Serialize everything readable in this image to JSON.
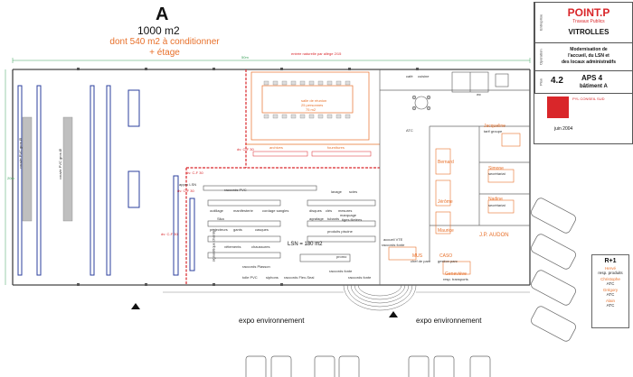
{
  "header": {
    "block_letter": "A",
    "area": "1000 m2",
    "conditioned_line1": "dont 540 m2 à conditionner",
    "conditioned_line2": "+ étage"
  },
  "dimensions": {
    "overall_length": "50m",
    "left_height": "20m",
    "top_note": "entrée naturelle par allège 2/15",
    "note_cp_mid": "dv: C-F 30",
    "note_cp_left_1": "dv: C-F 30",
    "note_cp_left_2": "dv: C-F 30",
    "note_cp_left_3": "dv: C-F 30"
  },
  "rooms": {
    "meeting_room_line1": "salle de réunion",
    "meeting_room_line2": "25 personnes",
    "meeting_room_line3": "75 m2",
    "archives": "archives",
    "fournitures": "fournitures",
    "cafe": "café",
    "cuisine": "cuisine",
    "wc": "wc",
    "jacqueline_name": "Jacqueline",
    "jacqueline_role": "tarif groupe",
    "simone_name": "Simone",
    "simone_role": "secrétariat",
    "nadine_name": "Nadine",
    "nadine_role": "secrétariat",
    "bernard": "Bernard",
    "jerome": "Jérôme",
    "maurice": "Maurice",
    "jp_audon": "J.P. AUDON",
    "at_label": "ATC",
    "mus_name": "MUS",
    "mus_role": "chef de parc",
    "caso_name": "CASO",
    "caso_role": "gestion parc",
    "genevieve_name": "Geneviève",
    "genevieve_role": "resp. transports",
    "lsn": "LSN = 180 m2"
  },
  "shop": {
    "racks_label_left": "couvle PVC gros Ø",
    "racks_label_left2": "couvle PVC gros Ø",
    "appro": "appro LSN",
    "raccords_pvc": "raccords PVC",
    "outillage": "outillage",
    "manifesting": "manifesterie",
    "cordage": "cordage sangles",
    "lavage": "lavage",
    "scies": "scies",
    "disques": "disques",
    "cles": "clés",
    "mesures": "mesures",
    "marquage": "marquage",
    "tiges": "tiges filetées",
    "agrafage": "agrafage",
    "tubants": "tubants",
    "sika": "Sika",
    "projecteurs": "projecteurs",
    "gants": "gants",
    "casques": "casques",
    "produits_piscine": "produits piscine",
    "signaletique": "signalétique chantier",
    "vetements": "vêtements",
    "chaussures": "chaussures",
    "promo": "promo",
    "raccords_plasson": "raccords Plasson",
    "raccords_fonte": "raccords fonte",
    "siphons": "siphons",
    "raccords_flex": "raccords Flex-Seal",
    "raccords_fonte2": "raccords fonte",
    "tolle_pvc": "tolle PVC",
    "raccords_fonte3": "raccords fonte",
    "accueil": "accueil VTE"
  },
  "expo": {
    "left": "expo environnement",
    "right": "expo environnement"
  },
  "title_block": {
    "caption_entreprise": "Entreprise",
    "caption_operation": "Opération",
    "caption_plan": "Plan",
    "brand": "POINT.P",
    "brand_sub": "Travaux Publics",
    "city": "VITROLLES",
    "op_line1": "Modernisation de",
    "op_line2": "l'accueil, du LSN et",
    "op_line3": "des locaux administratifs",
    "plan_number": "4.2",
    "plan_name": "APS 4",
    "plan_sub": "bâtiment A",
    "firm_name": "PYL CONSEIL SUD",
    "date": "juin 2004"
  },
  "legend": {
    "title": "R+1",
    "people": [
      {
        "name": "Hervé",
        "role": "resp. produits"
      },
      {
        "name": "Christophe",
        "role": "ATC"
      },
      {
        "name": "Grégory",
        "role": "ATC"
      },
      {
        "name": "Alain",
        "role": "ATC"
      }
    ]
  },
  "colors": {
    "wall": "#444444",
    "orange": "#e8702a",
    "red": "#d9262a",
    "blue": "#2b3f9e",
    "green": "#3aa05a"
  }
}
